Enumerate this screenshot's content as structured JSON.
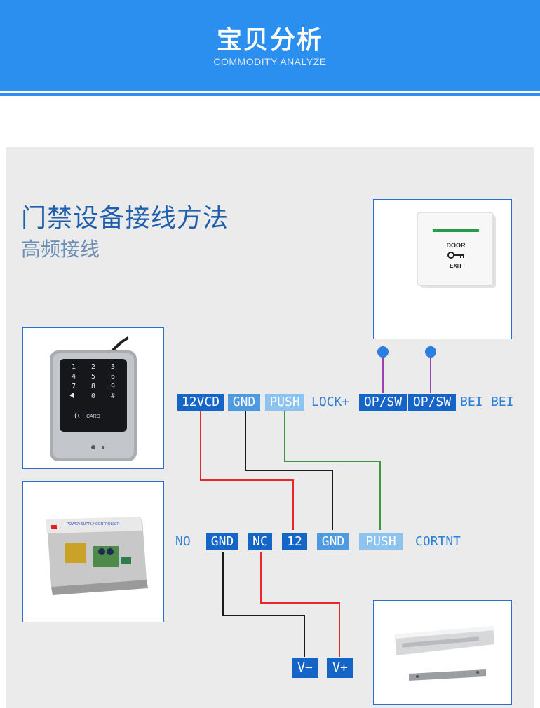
{
  "header": {
    "title": "宝贝分析",
    "subtitle": "COMMODITY ANALYZE"
  },
  "section": {
    "title": "门禁设备接线方法",
    "subtitle": "高频接线"
  },
  "keypad": {
    "keys": [
      "1",
      "2",
      "3",
      "4",
      "5",
      "6",
      "7",
      "8",
      "9",
      "0",
      "#"
    ],
    "card_label": "CARD"
  },
  "exit_button": {
    "line1": "DOOR",
    "line2": "EXIT"
  },
  "power_box": {
    "label": "POWER SUPPLY CONTROLLER"
  },
  "terminals_top": [
    "12VCD",
    "GND",
    "PUSH",
    "LOCK+",
    "OP/SW",
    "OP/SW",
    "BEI",
    "BEI"
  ],
  "terminals_mid": [
    "NO",
    "GND",
    "NC",
    "12",
    "GND",
    "PUSH",
    "CORTNT"
  ],
  "terminals_bottom": [
    "V−",
    "V+"
  ],
  "colors": {
    "header": "#2b8ff0",
    "dark": "#1565c8",
    "mid": "#4d9ae0",
    "light": "#8cc3f0",
    "wire_red": "#e8262b",
    "wire_black": "#1a1a1a",
    "wire_green": "#3b9a3b",
    "wire_purple": "#9b3fb5"
  }
}
